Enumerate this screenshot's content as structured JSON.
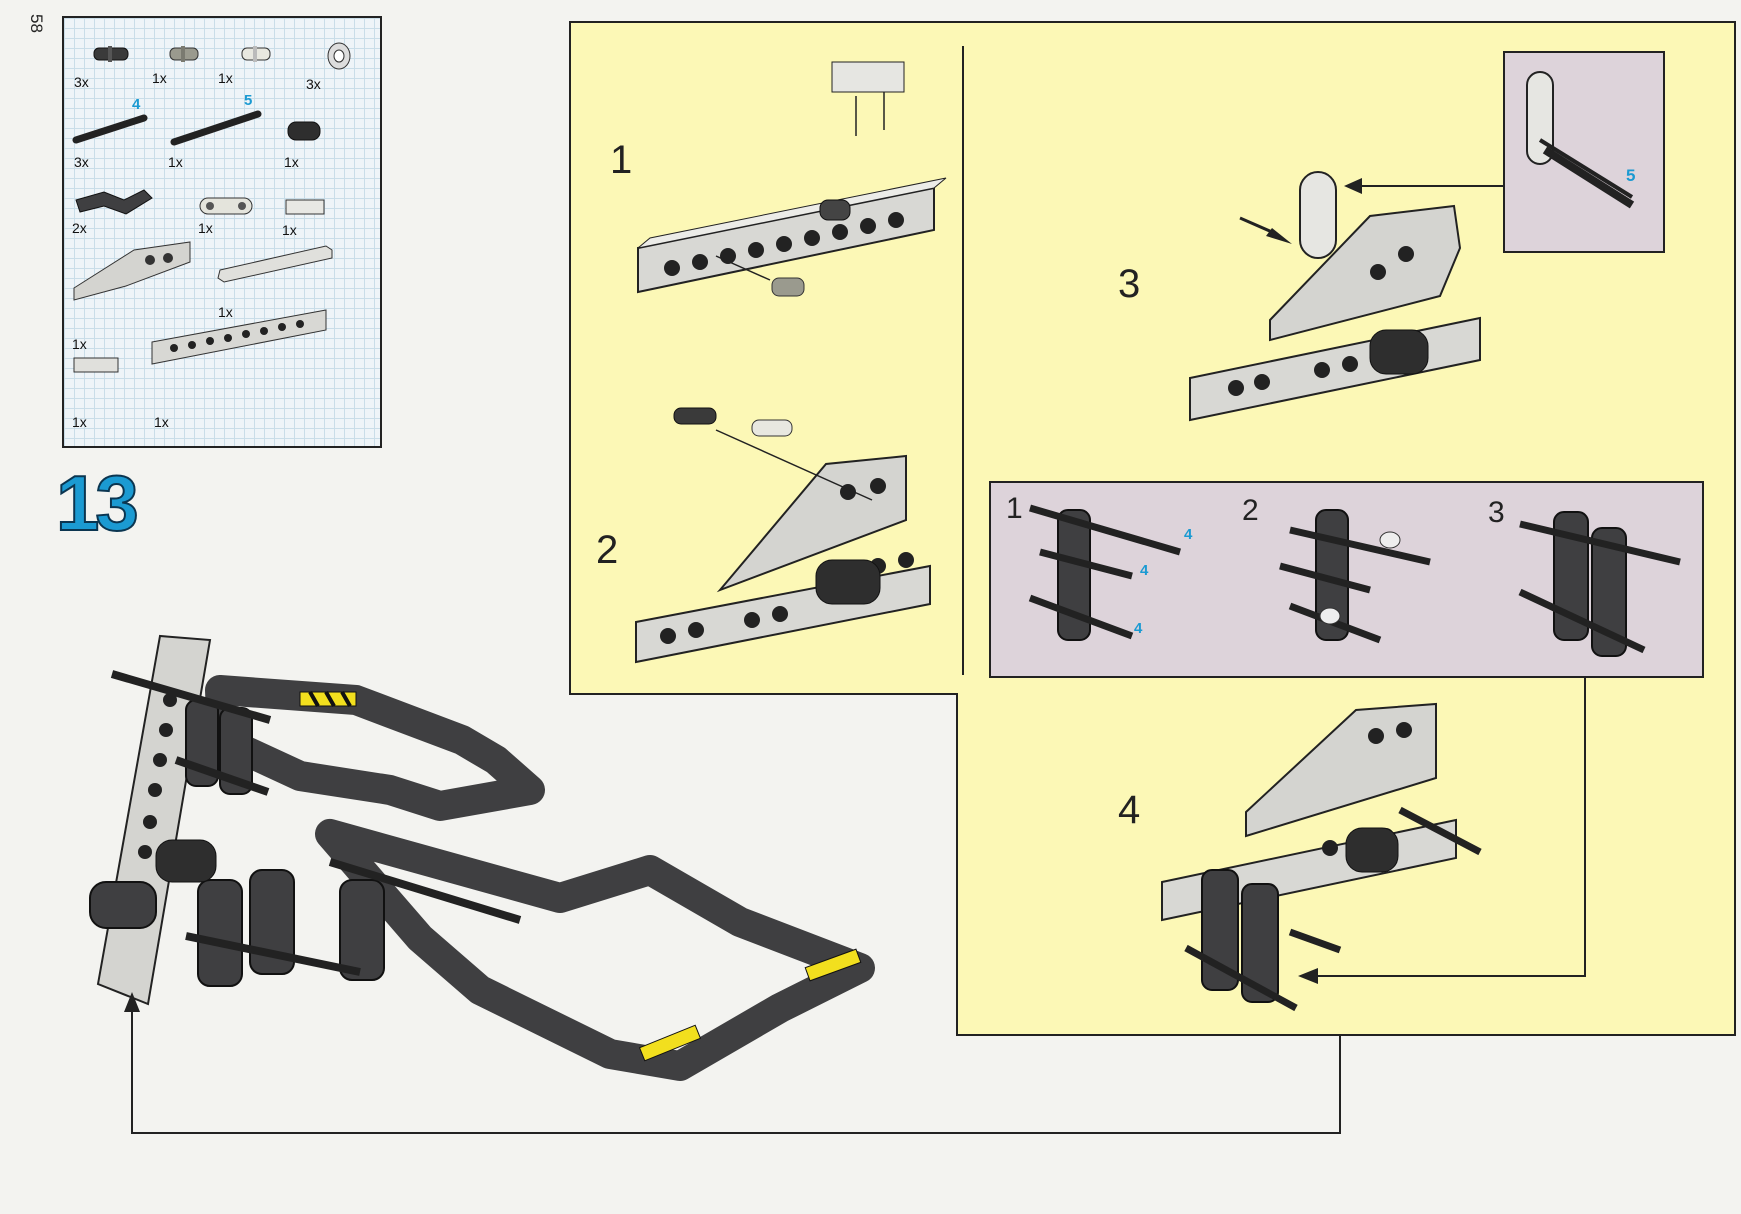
{
  "page": {
    "number": "58"
  },
  "parts_list": {
    "quantities": [
      "3x",
      "1x",
      "1x",
      "3x",
      "3x",
      "1x",
      "1x",
      "2x",
      "1x",
      "1x",
      "1x",
      "1x",
      "1x",
      "1x"
    ],
    "axle_lengths": [
      "4",
      "5"
    ]
  },
  "step": {
    "number": "13"
  },
  "sub_steps": {
    "labels": [
      "1",
      "2",
      "3",
      "4"
    ],
    "inset_axle_length": "5",
    "detail_panel": {
      "labels": [
        "1",
        "2",
        "3"
      ],
      "axle_lengths": [
        "4",
        "4",
        "4"
      ]
    }
  },
  "colors": {
    "yellow_panel": "#fcf8b6",
    "callout_panel": "#ddd3da",
    "step_number": "#1b9ad2",
    "dark_part": "#3f3f41",
    "light_part": "#c8c8c6"
  },
  "icons": [
    "arrow-icon",
    "technic-brick",
    "technic-beam",
    "axle",
    "pin",
    "bush",
    "plate",
    "liftarm",
    "wedge-brick"
  ]
}
